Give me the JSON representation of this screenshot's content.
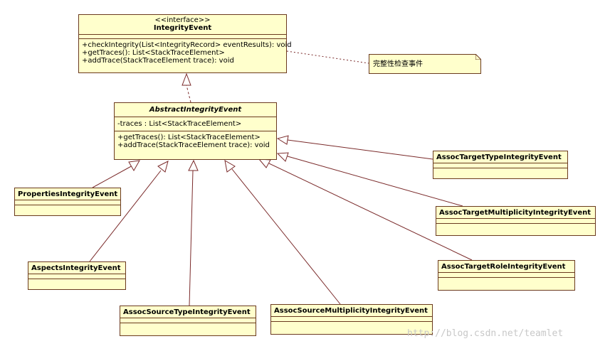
{
  "interface": {
    "stereotype": "<<interface>>",
    "name": "IntegrityEvent",
    "operations": [
      "+checkIntegrity(List<IntegrityRecord> eventResults): void",
      "+getTraces(): List<StackTraceElement>",
      "+addTrace(StackTraceElement trace): void"
    ]
  },
  "note": {
    "text": "完整性检查事件"
  },
  "abstract_class": {
    "name": "AbstractIntegrityEvent",
    "attributes": [
      "-traces : List<StackTraceElement>"
    ],
    "operations": [
      "+getTraces(): List<StackTraceElement>",
      "+addTrace(StackTraceElement trace): void"
    ]
  },
  "subclasses": [
    {
      "id": "properties",
      "name": "PropertiesIntegrityEvent"
    },
    {
      "id": "aspects",
      "name": "AspectsIntegrityEvent"
    },
    {
      "id": "source-type",
      "name": "AssocSourceTypeIntegrityEvent"
    },
    {
      "id": "source-multiplicity",
      "name": "AssocSourceMultiplicityIntegrityEvent"
    },
    {
      "id": "target-type",
      "name": "AssocTargetTypeIntegrityEvent"
    },
    {
      "id": "target-multiplicity",
      "name": "AssocTargetMultiplicityIntegrityEvent"
    },
    {
      "id": "target-role",
      "name": "AssocTargetRoleIntegrityEvent"
    }
  ],
  "watermark": "http://blog.csdn.net/teamlet",
  "colors": {
    "class_fill": "#ffffcc",
    "class_border": "#6b3a1f",
    "line": "#7a2a2a",
    "watermark": "#c8c8c8"
  }
}
